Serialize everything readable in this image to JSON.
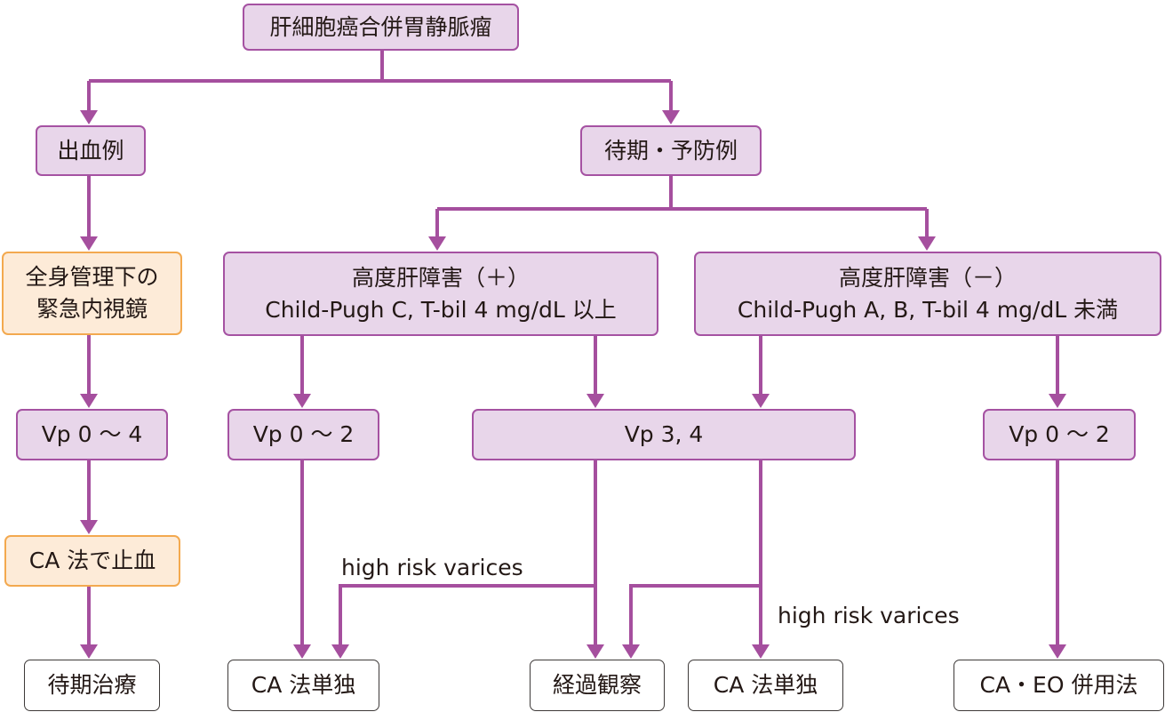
{
  "colors": {
    "connector": "#a54f9e",
    "purple_fill": "#e8d6ea",
    "purple_border": "#a552a2",
    "orange_fill": "#fdebd8",
    "orange_border": "#f3a94f",
    "outcome_border": "#3e3a39",
    "text": "#231815"
  },
  "nodes": {
    "root": {
      "label": "肝細胞癌合併胃静脈瘤"
    },
    "bleeding": {
      "label": "出血例"
    },
    "elective": {
      "label": "待期・予防例"
    },
    "emergency_endoscopy": {
      "lines": [
        "全身管理下の",
        "緊急内視鏡"
      ]
    },
    "severe_liver_pos": {
      "lines": [
        "高度肝障害（＋）",
        "Child-Pugh C, T-bil 4 mg/dL 以上"
      ]
    },
    "severe_liver_neg": {
      "lines": [
        "高度肝障害（－）",
        "Child-Pugh A, B, T-bil 4 mg/dL 未満"
      ]
    },
    "vp_0_4": {
      "label": "Vp 0 ～ 4"
    },
    "vp_0_2_left": {
      "label": "Vp 0 ～ 2"
    },
    "vp_3_4": {
      "label": "Vp 3, 4"
    },
    "vp_0_2_right": {
      "label": "Vp 0 ～ 2"
    },
    "ca_hemostasis": {
      "label": "CA 法で止血"
    },
    "elective_treatment": {
      "label": "待期治療"
    },
    "ca_alone_left": {
      "label": "CA 法単独"
    },
    "observation": {
      "label": "経過観察"
    },
    "ca_alone_right": {
      "label": "CA 法単独"
    },
    "ca_eo_combined": {
      "label": "CA・EO 併用法"
    }
  },
  "edge_labels": {
    "high_risk_left": "high risk varices",
    "high_risk_right": "high risk varices"
  }
}
